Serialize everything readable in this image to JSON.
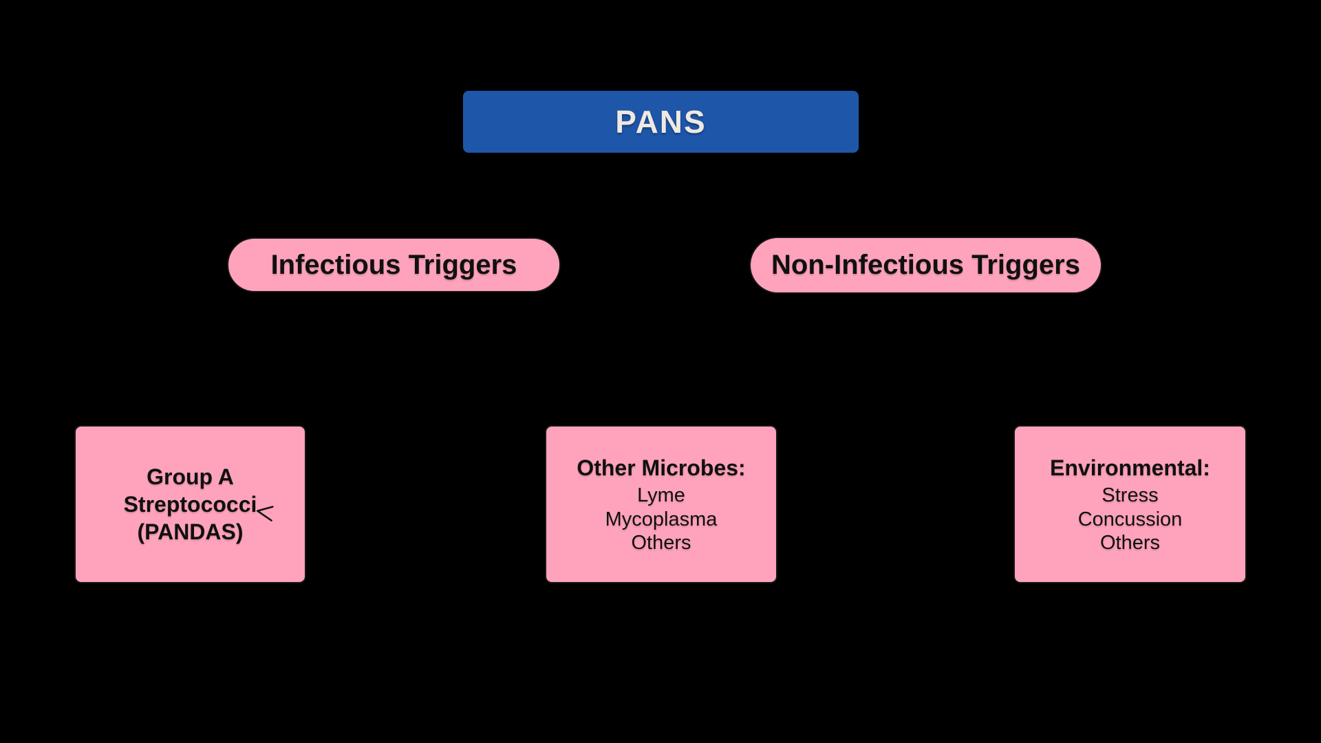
{
  "diagram": {
    "colors": {
      "background": "#000000",
      "root_fill": "#1e57aa",
      "root_text": "#efe9e2",
      "node_fill": "#ffa3bc",
      "node_border": "#161616",
      "node_text": "#101010"
    },
    "root": {
      "label": "PANS"
    },
    "branches": [
      {
        "label": "Infectious Triggers"
      },
      {
        "label": "Non-Infectious Triggers"
      }
    ],
    "leaves": [
      {
        "lines": "Group A\nStreptococci\n(PANDAS)",
        "annotation_mark": "<"
      },
      {
        "heading": "Other Microbes:",
        "items": [
          "Lyme",
          "Mycoplasma",
          "Others"
        ]
      },
      {
        "heading": "Environmental:",
        "items": [
          "Stress",
          "Concussion",
          "Others"
        ]
      }
    ]
  }
}
